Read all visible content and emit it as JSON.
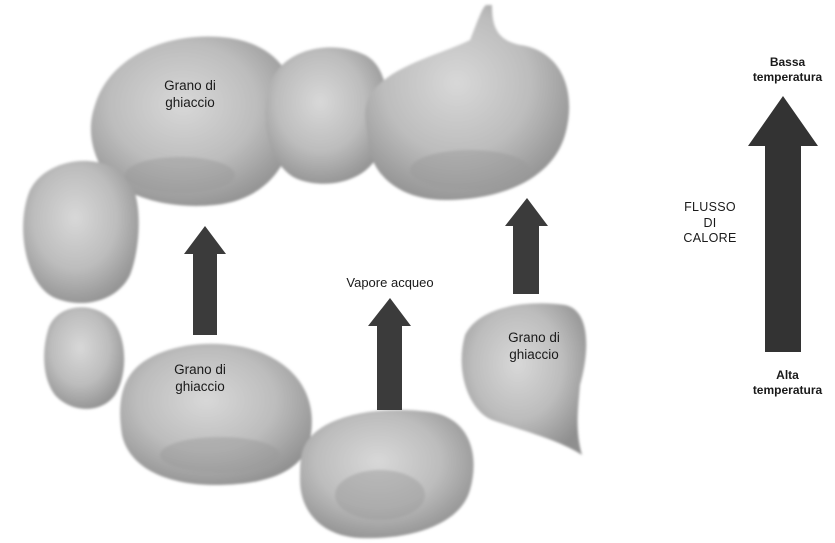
{
  "labels": {
    "grain_top": "Grano di\nghiaccio",
    "grain_bottom_left": "Grano di\nghiaccio",
    "grain_right": "Grano di\nghiaccio",
    "vapor": "Vapore acqueo",
    "heat_flow": "FLUSSO\nDI\nCALORE",
    "low_temp": "Bassa\ntemperatura",
    "high_temp": "Alta\ntemperatura"
  },
  "colors": {
    "grain_fill": "#b9b9b9",
    "grain_shadow": "#8e8e8e",
    "arrow_fill": "#3b3b3b",
    "text": "#1a1a1a"
  }
}
